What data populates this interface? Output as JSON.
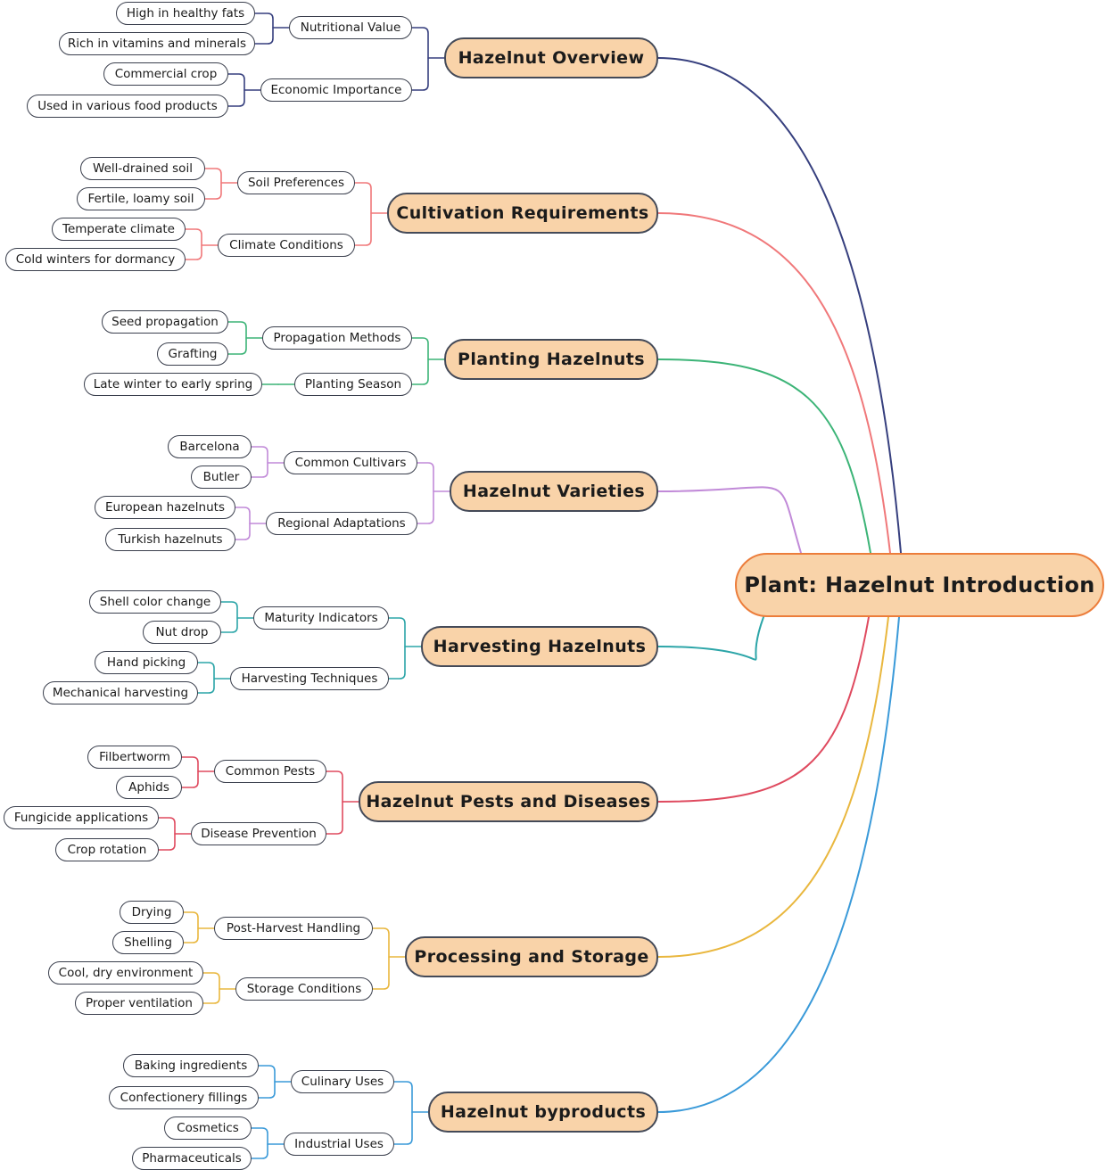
{
  "root": {
    "label": "Plant: Hazelnut Introduction",
    "color": "#ec7d3b"
  },
  "branches": [
    {
      "label": "Hazelnut Overview",
      "color": "#363f7e",
      "children": [
        {
          "label": "Nutritional Value",
          "children": [
            "High in healthy fats",
            "Rich in vitamins and minerals"
          ]
        },
        {
          "label": "Economic Importance",
          "children": [
            "Commercial crop",
            "Used in various food products"
          ]
        }
      ]
    },
    {
      "label": "Cultivation Requirements",
      "color": "#f0787a",
      "children": [
        {
          "label": "Soil Preferences",
          "children": [
            "Well-drained soil",
            "Fertile, loamy soil"
          ]
        },
        {
          "label": "Climate Conditions",
          "children": [
            "Temperate climate",
            "Cold winters for dormancy"
          ]
        }
      ]
    },
    {
      "label": "Planting Hazelnuts",
      "color": "#3cb477",
      "children": [
        {
          "label": "Propagation Methods",
          "children": [
            "Seed propagation",
            "Grafting"
          ]
        },
        {
          "label": "Planting Season",
          "children": [
            "Late winter to early spring"
          ]
        }
      ]
    },
    {
      "label": "Hazelnut Varieties",
      "color": "#c18ad8",
      "children": [
        {
          "label": "Common Cultivars",
          "children": [
            "Barcelona",
            "Butler"
          ]
        },
        {
          "label": "Regional Adaptations",
          "children": [
            "European hazelnuts",
            "Turkish hazelnuts"
          ]
        }
      ]
    },
    {
      "label": "Harvesting Hazelnuts",
      "color": "#2ca5a8",
      "children": [
        {
          "label": "Maturity Indicators",
          "children": [
            "Shell color change",
            "Nut drop"
          ]
        },
        {
          "label": "Harvesting Techniques",
          "children": [
            "Hand picking",
            "Mechanical harvesting"
          ]
        }
      ]
    },
    {
      "label": "Hazelnut Pests and Diseases",
      "color": "#df4a5f",
      "children": [
        {
          "label": "Common Pests",
          "children": [
            "Filbertworm",
            "Aphids"
          ]
        },
        {
          "label": "Disease Prevention",
          "children": [
            "Fungicide applications",
            "Crop rotation"
          ]
        }
      ]
    },
    {
      "label": "Processing and Storage",
      "color": "#e9b73e",
      "children": [
        {
          "label": "Post-Harvest Handling",
          "children": [
            "Drying",
            "Shelling"
          ]
        },
        {
          "label": "Storage Conditions",
          "children": [
            "Cool, dry environment",
            "Proper ventilation"
          ]
        }
      ]
    },
    {
      "label": "Hazelnut byproducts",
      "color": "#3a9ad9",
      "children": [
        {
          "label": "Culinary Uses",
          "children": [
            "Baking ingredients",
            "Confectionery fillings"
          ]
        },
        {
          "label": "Industrial Uses",
          "children": [
            "Cosmetics",
            "Pharmaceuticals"
          ]
        }
      ]
    }
  ]
}
